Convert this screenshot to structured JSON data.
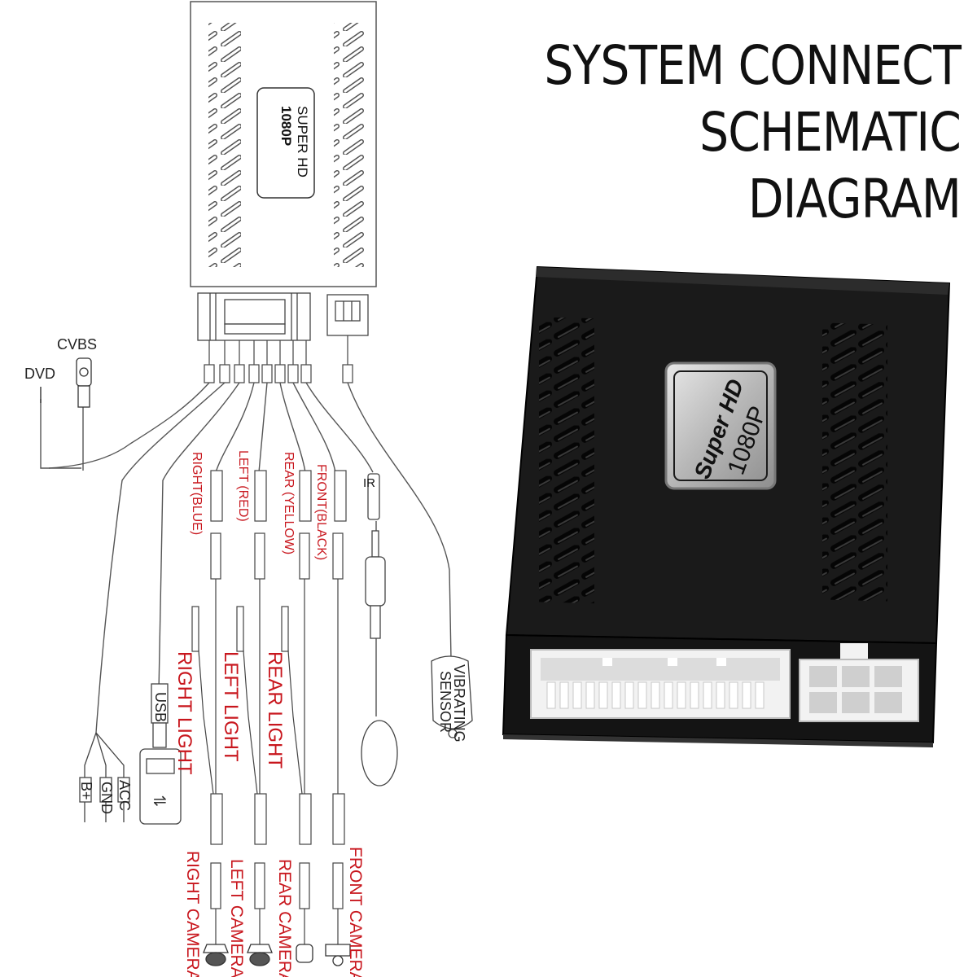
{
  "title_line1": "SYSTEM CONNECT",
  "title_line2": "SCHEMATIC DIAGRAM",
  "module_label_top": "SUPER HD",
  "module_label_bottom": "1080P",
  "device_label_top": "Super HD",
  "device_label_bottom": "1080P",
  "labels": {
    "cvbs": "CVBS",
    "dvd": "DVD",
    "ir": "IR",
    "usb": "USB",
    "b_plus": "B+",
    "gnd": "GND",
    "acc": "ACC",
    "vibrating_sensor_1": "VIBRATING",
    "vibrating_sensor_2": "SENSOR",
    "right_blue": "RIGHT(BLUE)",
    "left_red": "LEFT (RED)",
    "rear_yellow": "REAR (YELLOW)",
    "front_black": "FRONT(BLACK)",
    "right_light": "RIGHT LIGHT",
    "left_light": "LEFT LIGHT",
    "rear_light": "REAR LIGHT",
    "right_camera": "RIGHT CAMERA",
    "left_camera": "LEFT CAMERA",
    "rear_camera": "REAR CAMERA",
    "front_camera": "FRONT CAMERA"
  },
  "colors": {
    "accent_red": "#c8161d",
    "device_black": "#1a1a1a",
    "line": "#333333"
  }
}
